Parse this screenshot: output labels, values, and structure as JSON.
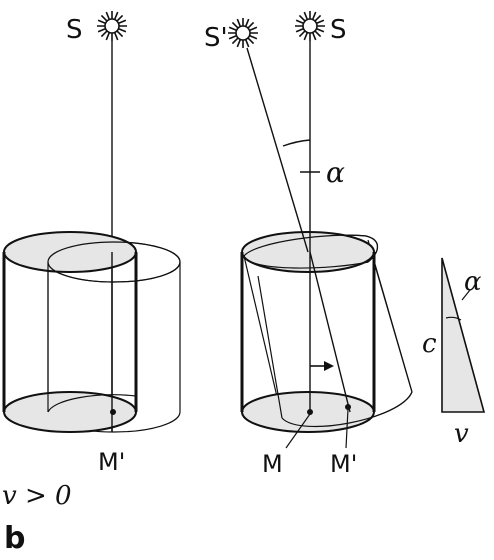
{
  "labels": {
    "S_left": "S",
    "S_prime": "S'",
    "S_right": "S",
    "alpha_middle": "α",
    "alpha_triangle": "α",
    "c": "c",
    "v": "v",
    "M_prime_left": "M'",
    "M": "M",
    "M_prime_right": "M'",
    "condition": "v > 0",
    "panel": "b"
  },
  "colors": {
    "stroke": "#111111",
    "ellipse_fill": "#e6e6e6",
    "background": "#ffffff"
  },
  "icons": [
    "sun-icon",
    "sun-icon",
    "sun-icon"
  ]
}
